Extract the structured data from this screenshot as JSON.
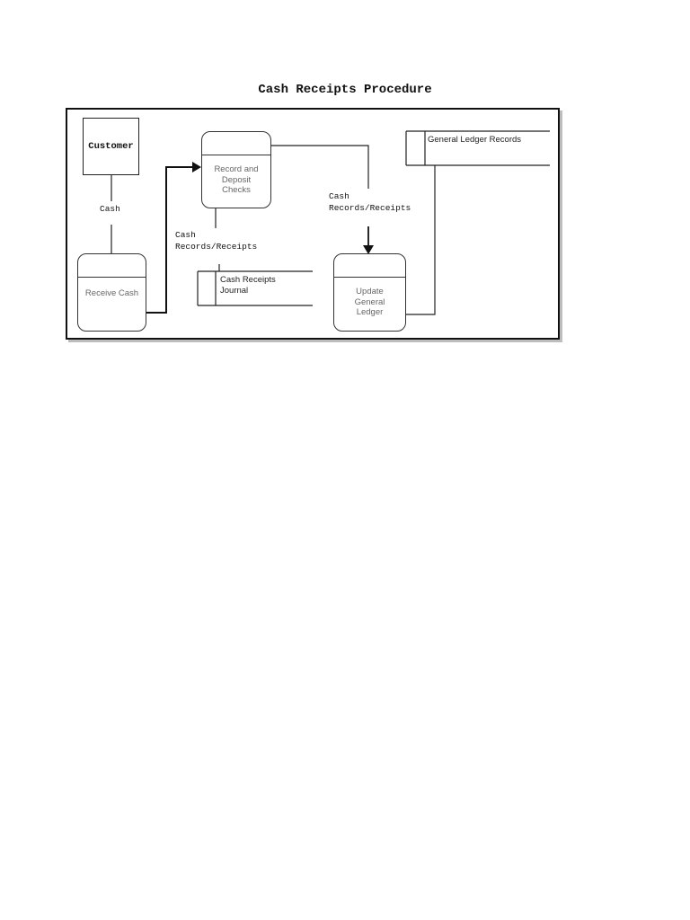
{
  "title": "Cash Receipts Procedure",
  "entities": {
    "customer": "Customer"
  },
  "processes": {
    "receive_cash": [
      "Receive Cash"
    ],
    "record_deposit": [
      "Record and",
      "Deposit",
      "Checks"
    ],
    "update_ledger": [
      "Update",
      "General",
      "Ledger"
    ]
  },
  "data_stores": {
    "cash_receipts_journal": [
      "Cash Receipts",
      "Journal"
    ],
    "general_ledger_records": [
      "General Ledger Records"
    ]
  },
  "flows": {
    "cash": "Cash",
    "records_1": [
      "Cash",
      "Records/Receipts"
    ],
    "records_2": [
      "Cash",
      "Records/Receipts"
    ]
  }
}
